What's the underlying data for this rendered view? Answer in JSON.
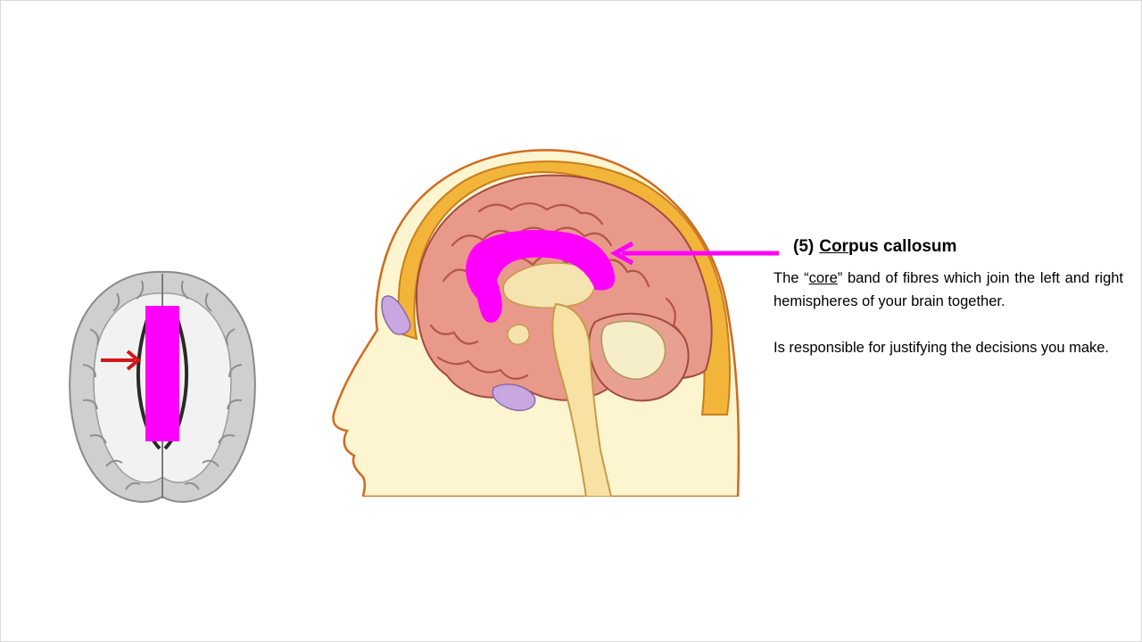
{
  "heading": {
    "number": "(5)",
    "term_underlined": "Cor",
    "term_rest": "pus callosum"
  },
  "description": {
    "para1_before": "The “",
    "para1_underlined": "core",
    "para1_after": "” band of fibres which join the left and right hemispheres of your brain together.",
    "para2": "Is responsible for justifying the decisions you make."
  },
  "colors": {
    "highlight": "#ff00ff",
    "arrow_small": "#d01818",
    "brain_pink": "#e9998a",
    "skin": "#fdf5d0"
  }
}
